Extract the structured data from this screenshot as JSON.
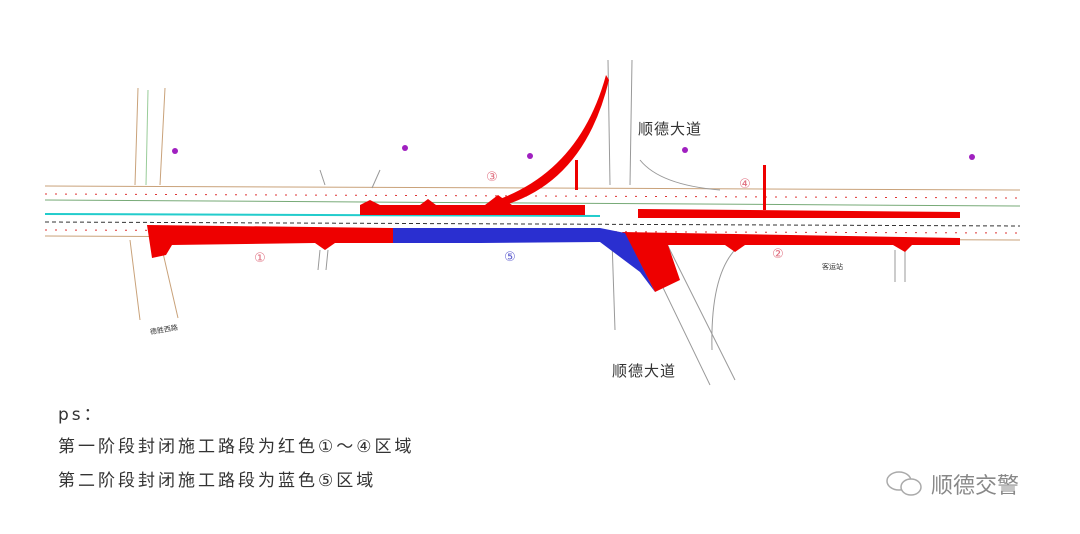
{
  "map": {
    "road_top": "顺德大道",
    "road_bottom": "顺德大道",
    "west_road": "德胜西路",
    "station": "客运站",
    "zones": {
      "z1": "①",
      "z2": "②",
      "z3": "③",
      "z4": "④",
      "z5": "⑤"
    },
    "colors": {
      "phase1": "#ee0000",
      "phase2": "#2a2fd0"
    }
  },
  "notes": {
    "ps": "ps：",
    "line1": "第一阶段封闭施工路段为红色①～④区域",
    "line2": "第二阶段封闭施工路段为蓝色⑤区域"
  },
  "watermark": {
    "text": "顺德交警",
    "icon": "wechat-icon"
  }
}
